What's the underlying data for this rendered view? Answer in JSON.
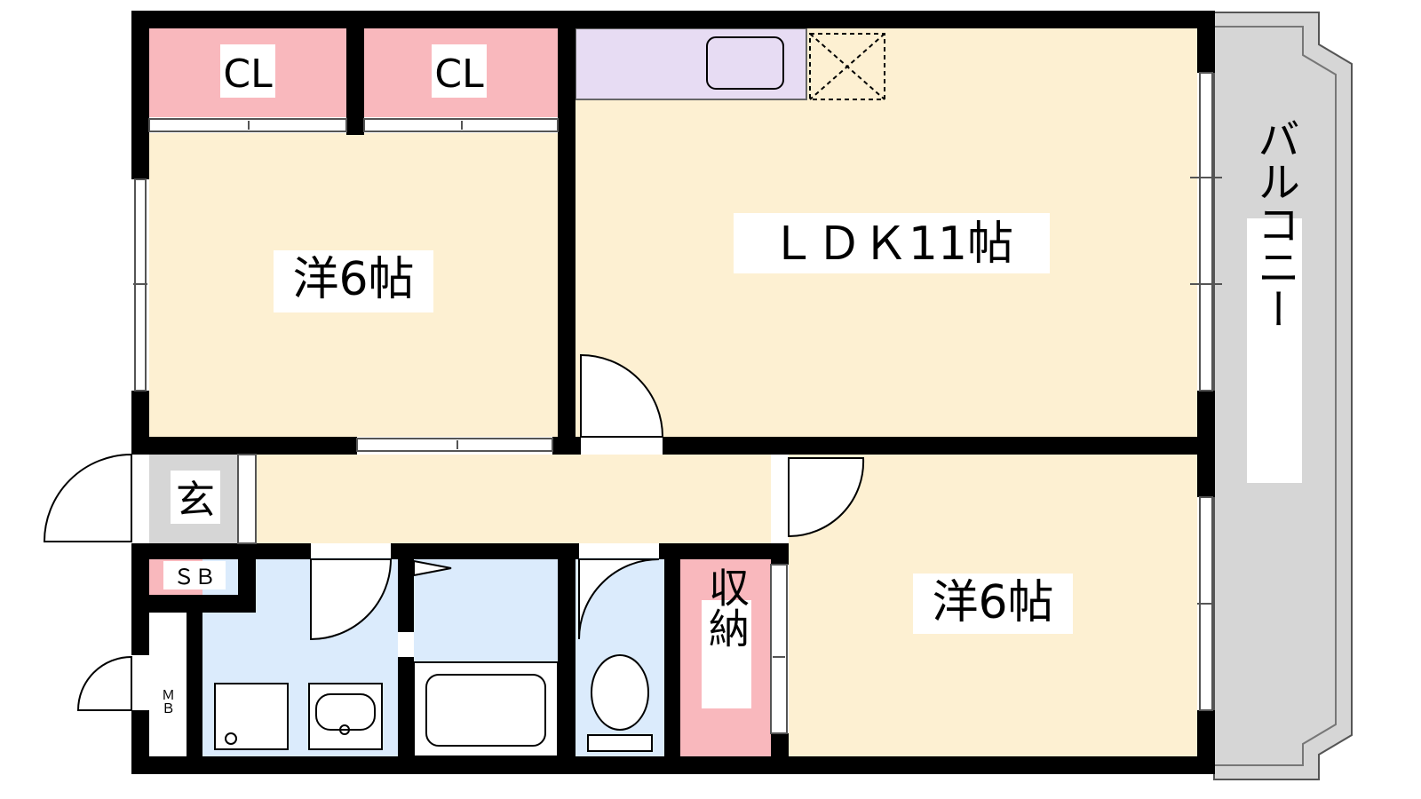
{
  "floorplan": {
    "rooms": {
      "western_room_upper": {
        "label": "洋6帖"
      },
      "ldk": {
        "label": "ＬＤＫ11帖"
      },
      "western_room_lower": {
        "label": "洋6帖"
      },
      "closet_left": {
        "label": "CL"
      },
      "closet_right": {
        "label": "CL"
      },
      "entrance": {
        "label": "玄"
      },
      "shoe_box": {
        "label": "ＳＢ"
      },
      "meter_box": {
        "label": "ＭＢ"
      },
      "storage": {
        "label": "収納"
      },
      "balcony": {
        "label": "バルコニー"
      }
    },
    "colors": {
      "wall": "#000000",
      "living_floor": "#fdf0d2",
      "closet": "#f9b8bd",
      "kitchen_counter": "#e7dcf3",
      "wet_area": "#dbebfc",
      "balcony": "#d6d6d6",
      "entrance": "#d6d6d6",
      "label_bg": "#ffffff"
    }
  }
}
